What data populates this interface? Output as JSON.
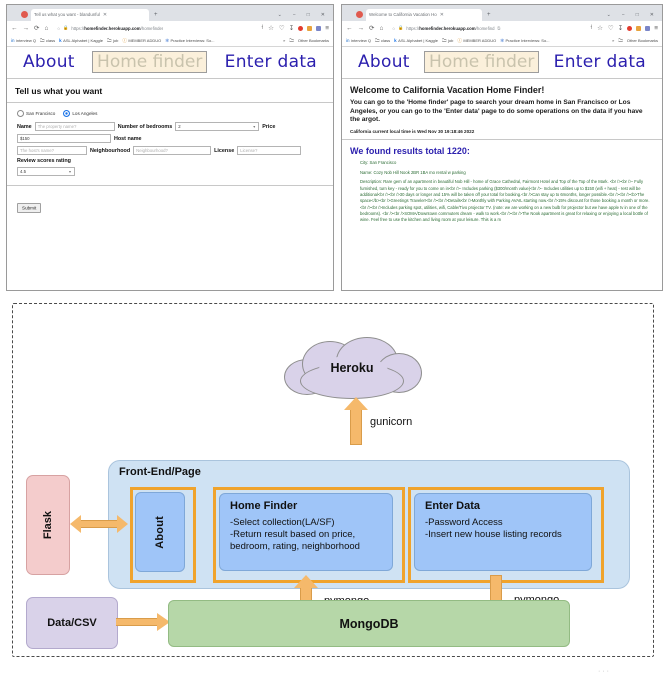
{
  "browsers": [
    {
      "id": "left",
      "tab_title": "Tell us what you want - blandunful",
      "new_tab": "+",
      "url_prefix": "https://",
      "url_strong": "homefinder.herokuapp.com",
      "url_rest": "/homefinder",
      "window_controls": [
        "⌄",
        "−",
        "□",
        "✕"
      ],
      "nav_icons": [
        "←",
        "→",
        "C",
        "⌂"
      ],
      "omni_icons": [
        "○",
        "🔒"
      ],
      "toolbar_icons": [
        "☆",
        "♡",
        "↧",
        "⬤",
        "⬛",
        "☰"
      ],
      "bookmarks": [
        {
          "icon": "in",
          "label": "interview Q"
        },
        {
          "icon": "🗀",
          "label": "class"
        },
        {
          "icon": "k",
          "label": "ASL Alphabet | Kaggle"
        },
        {
          "icon": "🗀",
          "label": "job"
        },
        {
          "icon": "ⓘ",
          "label": "MEMBER ADDUO"
        },
        {
          "icon": "✻",
          "label": "Practice Interviews: So..."
        }
      ],
      "bookmarks_overflow": "»",
      "other_bookmarks": "Other Bookmarks"
    },
    {
      "id": "right",
      "tab_title": "Welcome to California Vacation Ho",
      "new_tab": "+",
      "url_prefix": "https://",
      "url_strong": "homefinder.herokuapp.com",
      "url_rest": "/homefind",
      "window_controls": [
        "⌄",
        "−",
        "□",
        "✕"
      ],
      "nav_icons": [
        "←",
        "→",
        "C",
        "⌂"
      ],
      "omni_icons": [
        "○",
        "🔒"
      ],
      "toolbar_icons": [
        "⌸",
        "☆",
        "♡",
        "↧",
        "⬤",
        "⬛",
        "☰"
      ],
      "bookmarks": [
        {
          "icon": "in",
          "label": "interview Q"
        },
        {
          "icon": "🗀",
          "label": "class"
        },
        {
          "icon": "k",
          "label": "ASL Alphabet | Kaggle"
        },
        {
          "icon": "🗀",
          "label": "job"
        },
        {
          "icon": "ⓘ",
          "label": "MEMBER ADDUO"
        },
        {
          "icon": "✻",
          "label": "Practice Interviews: So..."
        }
      ],
      "bookmarks_overflow": "»",
      "other_bookmarks": "Other Bookmarks"
    }
  ],
  "site_nav": {
    "about": "About",
    "home_finder": "Home finder",
    "enter_data": "Enter data"
  },
  "homefinder_page": {
    "heading": "Tell us what you want",
    "collection_options": [
      {
        "label": "San Francisco",
        "selected": false
      },
      {
        "label": "Los Angeles",
        "selected": true
      }
    ],
    "fields": [
      {
        "label": "Name",
        "placeholder": "The property name?",
        "value": ""
      },
      {
        "label": "Number of bedrooms",
        "placeholder": "",
        "value": "2"
      },
      {
        "label": "Price",
        "placeholder": "",
        "value": "$150"
      },
      {
        "label": "Host name",
        "placeholder": "The host's name?",
        "value": ""
      },
      {
        "label": "Neighbourhood",
        "placeholder": "Neighbourhood?",
        "value": ""
      },
      {
        "label": "License",
        "placeholder": "License?",
        "value": ""
      },
      {
        "label": "Review scores rating",
        "placeholder": "",
        "value": "4.5"
      }
    ],
    "submit_label": "Submit"
  },
  "about_page": {
    "heading": "Welcome to California Vacation Home Finder!",
    "paragraph": "You can go to the 'Home finder' page to search your dream home in San Francisco or Los Angeles, or you can go to the 'Enter data' page to do some operations on the data if you have the argot.",
    "time_line": "California current local time is Wed Nov 30 19:18:46 2022",
    "results_heading": "We found results total 1220:",
    "record": {
      "city": "City: San Francisco",
      "name": "Name: Cozy Nob Hill Nook 2BR 1BA mo rental w parking",
      "description": "Description: Rare gem of an apartment in beautiful Nob Hill - home of Grace Cathedral, Fairmont Hotel and Top of the Top of the Mark. <br /><br />- Fully furnished, turn key - ready for you to come on in<br />- Includes parking ($300/month value)<br />- Includes utilities up to $150 (wifi + heat) - rest will be additional<br /><br />30 days or longer and 15% will be taken off your total for booking.<br />Can stay up to 6months, longer possible.<br /><br /><b>The space</b><br />Greetings Traveler!<br /><br />Details<br />Monthly with Parking AVAIL starting now.<br />15% discount for those booking a month or more.<br /><br />Includes parking spot, utilities, wifi, Cable/Tivo projector TV. (note: we are working on a new bulb for projector but we have apple tv in one of the bedrooms). <br /><br />SOMA/Downtown commuters dream - walk to work.<br /><br />The Nook apartment is great for relaxing or enjoying a local bottle of wine. Feel free to use the kitchen and living room at your leisure. This is a m"
    }
  },
  "diagram": {
    "cloud": "Heroku",
    "gunicorn_label": "gunicorn",
    "frontend_title": "Front-End/Page",
    "flask": "Flask",
    "about_box": "About",
    "home_finder_box": {
      "title": "Home Finder",
      "body": "-Select collection(LA/SF)\n-Return result based on price, bedroom, rating, neighborhood"
    },
    "enter_data_box": {
      "title": "Enter Data",
      "body": "-Password Access\n-Insert new house listing records"
    },
    "data_csv": "Data/CSV",
    "mongodb": "MongoDB",
    "pymongo_left": "pymongo",
    "pymongo_right": "pymongo"
  },
  "colors": {
    "nav_link": "#2b1fae",
    "nav_current_bg": "#fbf0db",
    "cloud": "#d9d2e9",
    "frontend": "#cfe2f3",
    "blue_box": "#9fc5f8",
    "orange": "#f0a32c",
    "flask_pink": "#f4cccc",
    "mongo_green": "#b6d7a8",
    "record_text": "#2a6b33"
  },
  "bottom_dots": "···"
}
